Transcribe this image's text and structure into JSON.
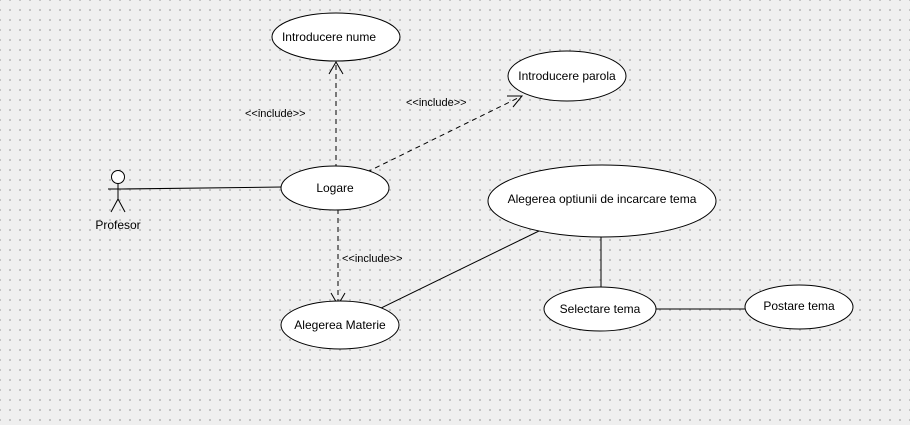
{
  "diagram": {
    "actors": [
      {
        "id": "profesor",
        "label": "Profesor"
      }
    ],
    "use_cases": [
      {
        "id": "introducere_nume",
        "label": "Introducere nume"
      },
      {
        "id": "introducere_parola",
        "label": "Introducere parola"
      },
      {
        "id": "logare",
        "label": "Logare"
      },
      {
        "id": "alegerea_optiunii",
        "label": "Alegerea optiunii de incarcare tema"
      },
      {
        "id": "alegerea_materie",
        "label": "Alegerea Materie"
      },
      {
        "id": "selectare_tema",
        "label": "Selectare tema"
      },
      {
        "id": "postare_tema",
        "label": "Postare tema"
      }
    ],
    "relationships": [
      {
        "from": "profesor",
        "to": "logare",
        "type": "association"
      },
      {
        "from": "logare",
        "to": "introducere_nume",
        "type": "include",
        "label": "<<include>>"
      },
      {
        "from": "logare",
        "to": "introducere_parola",
        "type": "include",
        "label": "<<include>>"
      },
      {
        "from": "logare",
        "to": "alegerea_materie",
        "type": "include",
        "label": "<<include>>"
      },
      {
        "from": "alegerea_materie",
        "to": "alegerea_optiunii",
        "type": "association"
      },
      {
        "from": "alegerea_optiunii",
        "to": "selectare_tema",
        "type": "association"
      },
      {
        "from": "selectare_tema",
        "to": "postare_tema",
        "type": "association"
      }
    ]
  }
}
